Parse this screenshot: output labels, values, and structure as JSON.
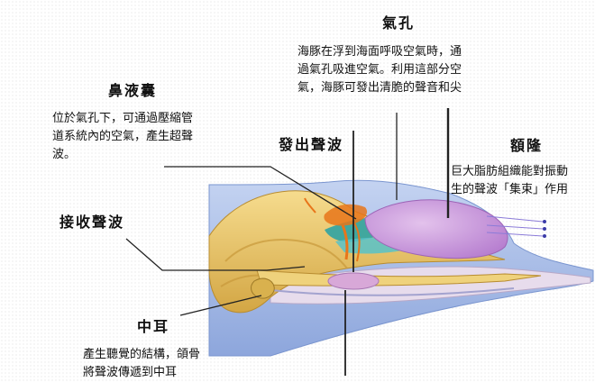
{
  "labels": {
    "blowhole": {
      "title": "氣孔",
      "lines": [
        "海豚在浮到海面呼吸空氣時，通",
        "過氣孔吸進空氣。利用這部分空",
        "氣，海豚可發出清脆的聲音和尖"
      ]
    },
    "nasal_sac": {
      "title": "鼻液囊",
      "lines": [
        "位於氣孔下，可通過壓縮管",
        "道系統內的空氣，產生超聲",
        "波。"
      ]
    },
    "emit_sound": {
      "title": "發出聲波"
    },
    "melon": {
      "title": "額隆",
      "lines": [
        "巨大脂肪組織能對振動",
        "生的聲波「集束」作用"
      ]
    },
    "receive_sound": {
      "title": "接收聲波"
    },
    "middle_ear": {
      "title": "中耳",
      "lines": [
        "產生聽覺的結構，頜骨",
        "將聲波傳遞到中耳"
      ]
    }
  },
  "colors": {
    "body_outer": "#9db4e2",
    "skull": "#e8c566",
    "melon": "#c68fd4",
    "sound_lines": "#e8751a"
  }
}
